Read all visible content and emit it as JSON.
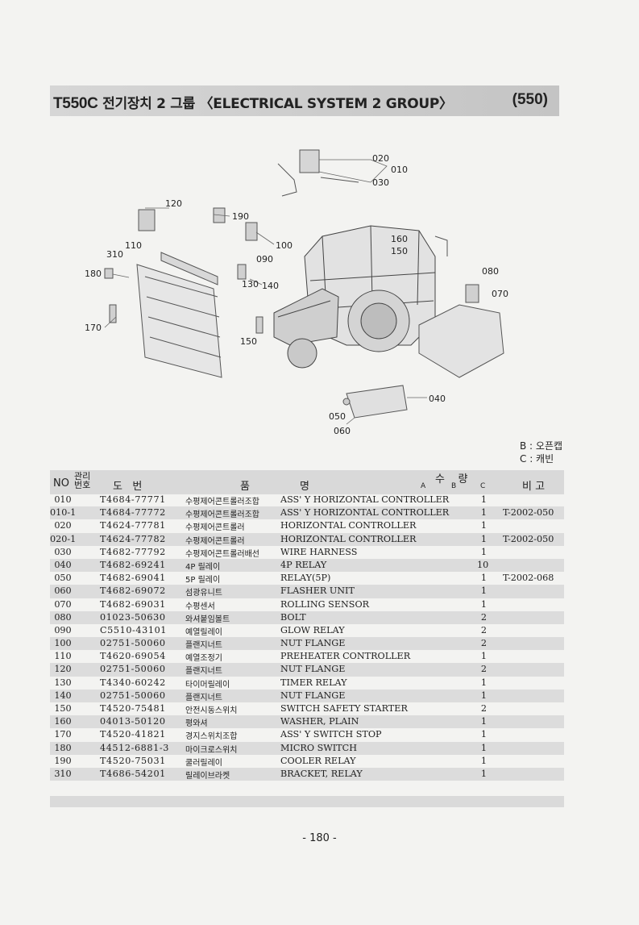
{
  "header": {
    "model": "T550C",
    "title": "전기장치 2 그룹 〈ELECTRICAL SYSTEM 2 GROUP〉",
    "code": "(550)"
  },
  "legend": {
    "b": "B : 오픈캡",
    "c": "C : 캐빈"
  },
  "diagram_labels": {
    "l010": "010",
    "l020": "020",
    "l030": "030",
    "l040": "040",
    "l050": "050",
    "l060": "060",
    "l070": "070",
    "l080": "080",
    "l090": "090",
    "l100": "100",
    "l110": "110",
    "l120": "120",
    "l130": "130",
    "l140": "140",
    "l150a": "150",
    "l150b": "150",
    "l160": "160",
    "l170": "170",
    "l180": "180",
    "l190": "190",
    "l310": "310"
  },
  "columns": {
    "no": "NO",
    "mgmt": "관리\n번호",
    "part": "도   번",
    "name_a": "품",
    "name_b": "명",
    "qty": "수    량",
    "a": "A",
    "b": "B",
    "c": "C",
    "remark": "비 고"
  },
  "rows": [
    {
      "no": "010",
      "part": "T4684-77771",
      "ko": "수평제어콘트롤러조합",
      "en": "ASS' Y HORIZONTAL CONTROLLER",
      "qb": "",
      "qc": "1",
      "rem": ""
    },
    {
      "no": "010-1",
      "part": "T4684-77772",
      "ko": "수평제어콘트롤러조합",
      "en": "ASS' Y HORIZONTAL CONTROLLER",
      "qb": "",
      "qc": "1",
      "rem": "T-2002-050"
    },
    {
      "no": "020",
      "part": "T4624-77781",
      "ko": "수평제어콘트롤러",
      "en": "HORIZONTAL CONTROLLER",
      "qb": "",
      "qc": "1",
      "rem": ""
    },
    {
      "no": "020-1",
      "part": "T4624-77782",
      "ko": "수평제어콘트롤러",
      "en": "HORIZONTAL CONTROLLER",
      "qb": "",
      "qc": "1",
      "rem": "T-2002-050"
    },
    {
      "no": "030",
      "part": "T4682-77792",
      "ko": "수평제어콘트롤러배선",
      "en": "WIRE HARNESS",
      "qb": "",
      "qc": "1",
      "rem": ""
    },
    {
      "no": "040",
      "part": "T4682-69241",
      "ko": "4P 릴레이",
      "en": "4P RELAY",
      "qb": "",
      "qc": "10",
      "rem": ""
    },
    {
      "no": "050",
      "part": "T4682-69041",
      "ko": "5P 릴레이",
      "en": "RELAY(5P)",
      "qb": "",
      "qc": "1",
      "rem": "T-2002-068"
    },
    {
      "no": "060",
      "part": "T4682-69072",
      "ko": "섬광유니트",
      "en": "FLASHER UNIT",
      "qb": "",
      "qc": "1",
      "rem": ""
    },
    {
      "no": "070",
      "part": "T4682-69031",
      "ko": "수평센서",
      "en": "ROLLING SENSOR",
      "qb": "",
      "qc": "1",
      "rem": ""
    },
    {
      "no": "080",
      "part": "01023-50630",
      "ko": "와셔붙임볼트",
      "en": "BOLT",
      "qb": "",
      "qc": "2",
      "rem": ""
    },
    {
      "no": "090",
      "part": "C5510-43101",
      "ko": "예열릴레이",
      "en": "GLOW RELAY",
      "qb": "",
      "qc": "2",
      "rem": ""
    },
    {
      "no": "100",
      "part": "02751-50060",
      "ko": "플랜지너트",
      "en": "NUT FLANGE",
      "qb": "",
      "qc": "2",
      "rem": ""
    },
    {
      "no": "110",
      "part": "T4620-69054",
      "ko": "예열조정기",
      "en": "PREHEATER CONTROLLER",
      "qb": "",
      "qc": "1",
      "rem": ""
    },
    {
      "no": "120",
      "part": "02751-50060",
      "ko": "플랜지너트",
      "en": "NUT FLANGE",
      "qb": "",
      "qc": "2",
      "rem": ""
    },
    {
      "no": "130",
      "part": "T4340-60242",
      "ko": "타이머릴레이",
      "en": "TIMER RELAY",
      "qb": "",
      "qc": "1",
      "rem": ""
    },
    {
      "no": "140",
      "part": "02751-50060",
      "ko": "플랜지너트",
      "en": "NUT FLANGE",
      "qb": "",
      "qc": "1",
      "rem": ""
    },
    {
      "no": "150",
      "part": "T4520-75481",
      "ko": "안전시동스위치",
      "en": "SWITCH SAFETY STARTER",
      "qb": "",
      "qc": "2",
      "rem": ""
    },
    {
      "no": "160",
      "part": "04013-50120",
      "ko": "평와셔",
      "en": "WASHER, PLAIN",
      "qb": "",
      "qc": "1",
      "rem": ""
    },
    {
      "no": "170",
      "part": "T4520-41821",
      "ko": "경지스위치조합",
      "en": "ASS' Y SWITCH STOP",
      "qb": "",
      "qc": "1",
      "rem": ""
    },
    {
      "no": "180",
      "part": "44512-6881-3",
      "ko": "마이크로스위치",
      "en": "MICRO SWITCH",
      "qb": "",
      "qc": "1",
      "rem": ""
    },
    {
      "no": "190",
      "part": "T4520-75031",
      "ko": "쿨러릴레이",
      "en": "COOLER RELAY",
      "qb": "",
      "qc": "1",
      "rem": ""
    },
    {
      "no": "310",
      "part": "T4686-54201",
      "ko": "릴레이브라켓",
      "en": "BRACKET, RELAY",
      "qb": "",
      "qc": "1",
      "rem": ""
    }
  ],
  "page_number": "- 180 -"
}
